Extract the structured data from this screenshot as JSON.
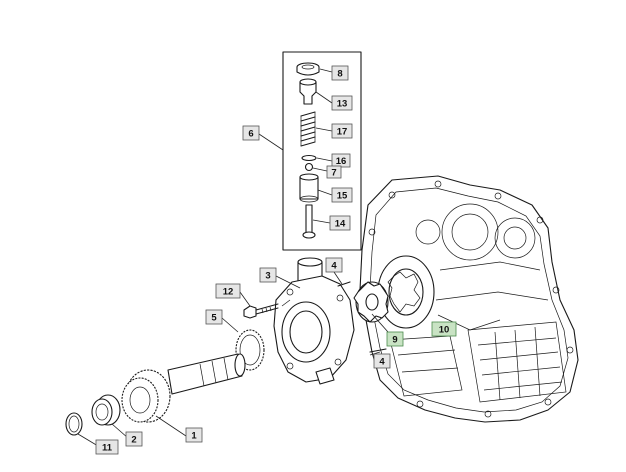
{
  "callouts": [
    {
      "id": "c8",
      "text": "8",
      "highlight": false
    },
    {
      "id": "c13",
      "text": "13",
      "highlight": false
    },
    {
      "id": "c17",
      "text": "17",
      "highlight": false
    },
    {
      "id": "c16",
      "text": "16",
      "highlight": false
    },
    {
      "id": "c7",
      "text": "7",
      "highlight": false
    },
    {
      "id": "c15",
      "text": "15",
      "highlight": false
    },
    {
      "id": "c14",
      "text": "14",
      "highlight": false
    },
    {
      "id": "c6",
      "text": "6",
      "highlight": false
    },
    {
      "id": "c3",
      "text": "3",
      "highlight": false
    },
    {
      "id": "c4a",
      "text": "4",
      "highlight": false
    },
    {
      "id": "c12",
      "text": "12",
      "highlight": false
    },
    {
      "id": "c5",
      "text": "5",
      "highlight": false
    },
    {
      "id": "c9",
      "text": "9",
      "highlight": true
    },
    {
      "id": "c10",
      "text": "10",
      "highlight": true
    },
    {
      "id": "c4b",
      "text": "4",
      "highlight": false
    },
    {
      "id": "c1",
      "text": "1",
      "highlight": false
    },
    {
      "id": "c2",
      "text": "2",
      "highlight": false
    },
    {
      "id": "c11",
      "text": "11",
      "highlight": false
    }
  ]
}
